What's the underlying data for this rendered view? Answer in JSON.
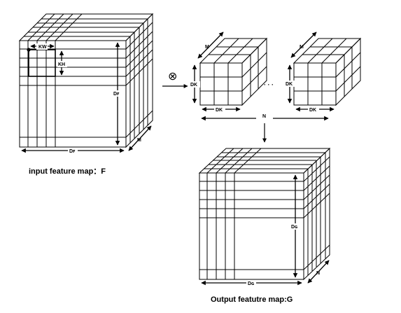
{
  "input_map": {
    "caption": "input feature map：F",
    "kernel_width_label": "KW",
    "kernel_height_label": "KH",
    "spatial_height_label": "Dꜰ",
    "spatial_width_label": "Dꜰ",
    "depth_label": "M"
  },
  "operator": "⊗",
  "kernels": {
    "first": {
      "depth_label": "M",
      "height_label": "DK",
      "width_label": "DK"
    },
    "ellipsis": "· · ·",
    "last": {
      "depth_label": "M",
      "height_label": "DK",
      "width_label": "DK"
    },
    "count_label": "N"
  },
  "output_map": {
    "caption": "Output featutre map:G",
    "spatial_height_label": "Dɢ",
    "spatial_width_label": "Dɢ",
    "depth_label": "N"
  }
}
